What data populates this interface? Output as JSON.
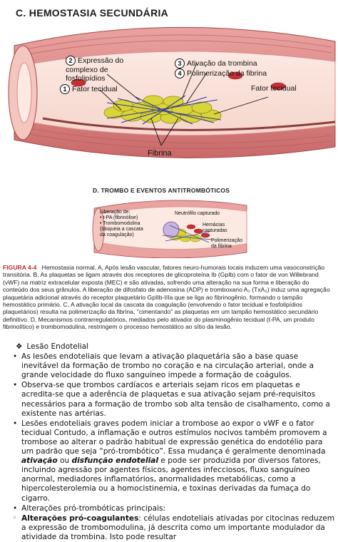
{
  "figure_c": {
    "title": "C. HEMOSTASIA SECUNDÁRIA",
    "labels": {
      "l2_num": "2",
      "l2_text": "Expressão do complexo de fosfolipídios",
      "l1_num": "1",
      "l1_text": "Fator tecidual",
      "r3_num": "3",
      "r3_text": "Ativação da trombina",
      "r4_num": "4",
      "r4_text": "Polimerização da fibrina",
      "r_text": "Fator tecidual",
      "bottom_text": "Fibrina"
    }
  },
  "figure_d": {
    "title": "D. TROMBO E EVENTOS ANTITROMBÓTICOS",
    "release_title": "Liberação de:",
    "release_items": [
      "• t-PA (fibrinólise)",
      "• Trombomodulina",
      "(bloqueia a cascata",
      "da coagulação)"
    ],
    "neutrophil": "Neutrófilo capturado",
    "hemacias": "Hemácias capturadas",
    "polimerizacao": "Polimerização da fibrina"
  },
  "caption": {
    "fig_label": "FIGURA 4-4",
    "text": "Hemostasia normal. A, Após lesão vascular, fatores neuro-humorais locais induzem uma vasoconstrição transitória. B, As plaquetas se ligam através dos receptores de glicoproteína Ib (GpIb) com o fator de von Willebrand (vWF) na matriz extracelular exposta (MEC) e são ativadas, sofrendo uma alteração na sua forma e liberação do conteúdo dos seus grânulos. A liberação de difosfato de adenosina (ADP) e tromboxano A₂ (TxA₂) induz uma agregação plaquetária adicional através do receptor plaquetário GpIIb-IIIa que se liga ao fibrinogênio, formando o tampão hemostático primário. C, A ativação local da cascata da coagulação (envolvendo o fator tecidual e fosfolipídios plaquetários) resulta na polimerização da fibrina, \"cimentando\" as plaquetas em um tampão hemostático secundário definitivo. D, Mecanismos contrarregulatórios, mediados pelo ativador do plasminogênio tecidual (t-PA, um produto fibrinolítico) e trombomodulina, restringem o processo hemostático ao sítio da lesão."
  },
  "notes": {
    "heading_symbol": "❖",
    "heading": "Lesão Endotelial",
    "bullets": [
      "As lesões endoteliais que levam a ativação plaquetária são a base quase inevitável da formação de trombo no coração e na circulação arterial, onde a grande velocidade do fluxo sanguíneo impede a formação de coágulos.",
      "Observa-se que trombos cardíacos e arteriais sejam ricos em plaquetas e acredita-se que a aderência de plaquetas e sua ativação sejam pré-requisitos necessários para a formação de trombo sob alta tensão de cisalhamento, como a existente nas artérias."
    ],
    "b3_pre": "Lesões endoteliais graves podem iniciar a trombose ao expor o vWF e o fator tecidual Contudo, a inflamação e outros estímulos nocivos também promovem a trombose ao alterar o padrão habitual de expressão genética do endotélio para um padrão que seja “pró-trombótico”. Essa mudança é geralmente denominada ",
    "b3_em1": "ativação",
    "b3_mid": " ou ",
    "b3_em2": "disfunção endotelial",
    "b3_post": " e pode ser produzida por diversos fatores, incluindo agressão por agentes físicos, agentes infecciosos, fluxo sanguíneo anormal, mediadores inflamatórios, anormalidades metabólicas, como a hipercolesterolemia ou a homocistinemia, e toxinas derivadas da fumaça do cigarro.",
    "b4": "Alterações pró-trombóticas principais:",
    "b5_bold": "Alterações pró-coagulantes",
    "b5_rest": ": células endoteliais ativadas por citocinas reduzem a expressão de trombomodulina, já descrita como um importante modulador da atividade da trombina. Isto pode resultar",
    "open_bullet": "◦",
    "bullet_symbol": "•"
  }
}
